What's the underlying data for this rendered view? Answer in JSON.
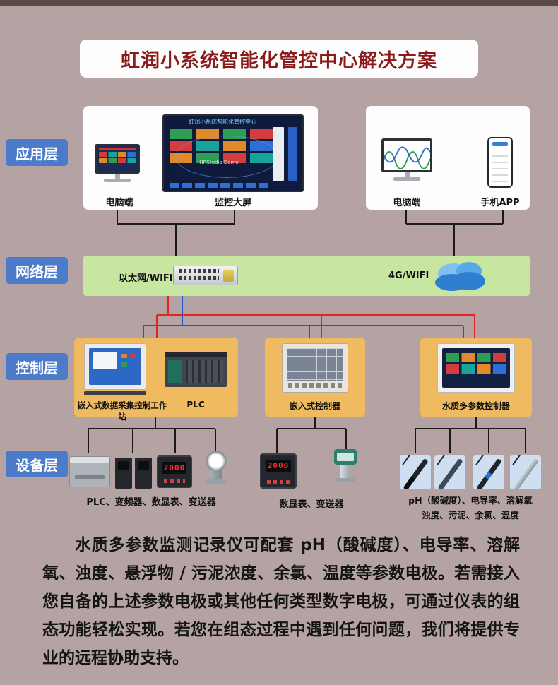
{
  "title": "虹润小系统智能化管控中心解决方案",
  "layers": [
    {
      "label": "应用层"
    },
    {
      "label": "网络层"
    },
    {
      "label": "控制层"
    },
    {
      "label": "设备层"
    }
  ],
  "app_layer": {
    "left": {
      "pc_label": "电脑端",
      "screen_label": "监控大屏",
      "screen_title": "虹润小系统智能化管控中心",
      "screen_watermark": "HRStudio Demo"
    },
    "right": {
      "pc_label": "电脑端",
      "phone_label": "手机APP"
    }
  },
  "network_layer": {
    "ethernet_label": "以太网/WIFI",
    "cellular_label": "4G/WIFI"
  },
  "control_layer": {
    "box1": {
      "device1_label": "嵌入式数据采集控制工作站",
      "device2_label": "PLC"
    },
    "box2": {
      "device_label": "嵌入式控制器"
    },
    "box3": {
      "device_label": "水质多参数控制器"
    }
  },
  "device_layer": {
    "group1": {
      "label": "PLC、变频器、数显表、变送器"
    },
    "group2": {
      "label": "数显表、变送器"
    },
    "group3": {
      "label_line1": "pH（酸碱度）、电导率、溶解氧",
      "label_line2": "浊度、污泥、余氯、温度"
    },
    "meter_value": "2000"
  },
  "description": "水质多参数监测记录仪可配套 pH（酸碱度）、电导率、溶解氧、浊度、悬浮物 / 污泥浓度、余氯、温度等参数电极。若需接入您自备的上述参数电极或其他任何类型数字电极，可通过仪表的组态功能轻松实现。若您在组态过程中遇到任何问题，我们将提供专业的远程协助支持。",
  "colors": {
    "background": "#b5a3a3",
    "layer_badge": "#4c7cc9",
    "network_bar": "#c7e69f",
    "control_panel": "#f0ba60",
    "title_text": "#8b1a1a",
    "line_black": "#1a1a1a",
    "line_red": "#e02424",
    "line_blue": "#1b55d0"
  }
}
